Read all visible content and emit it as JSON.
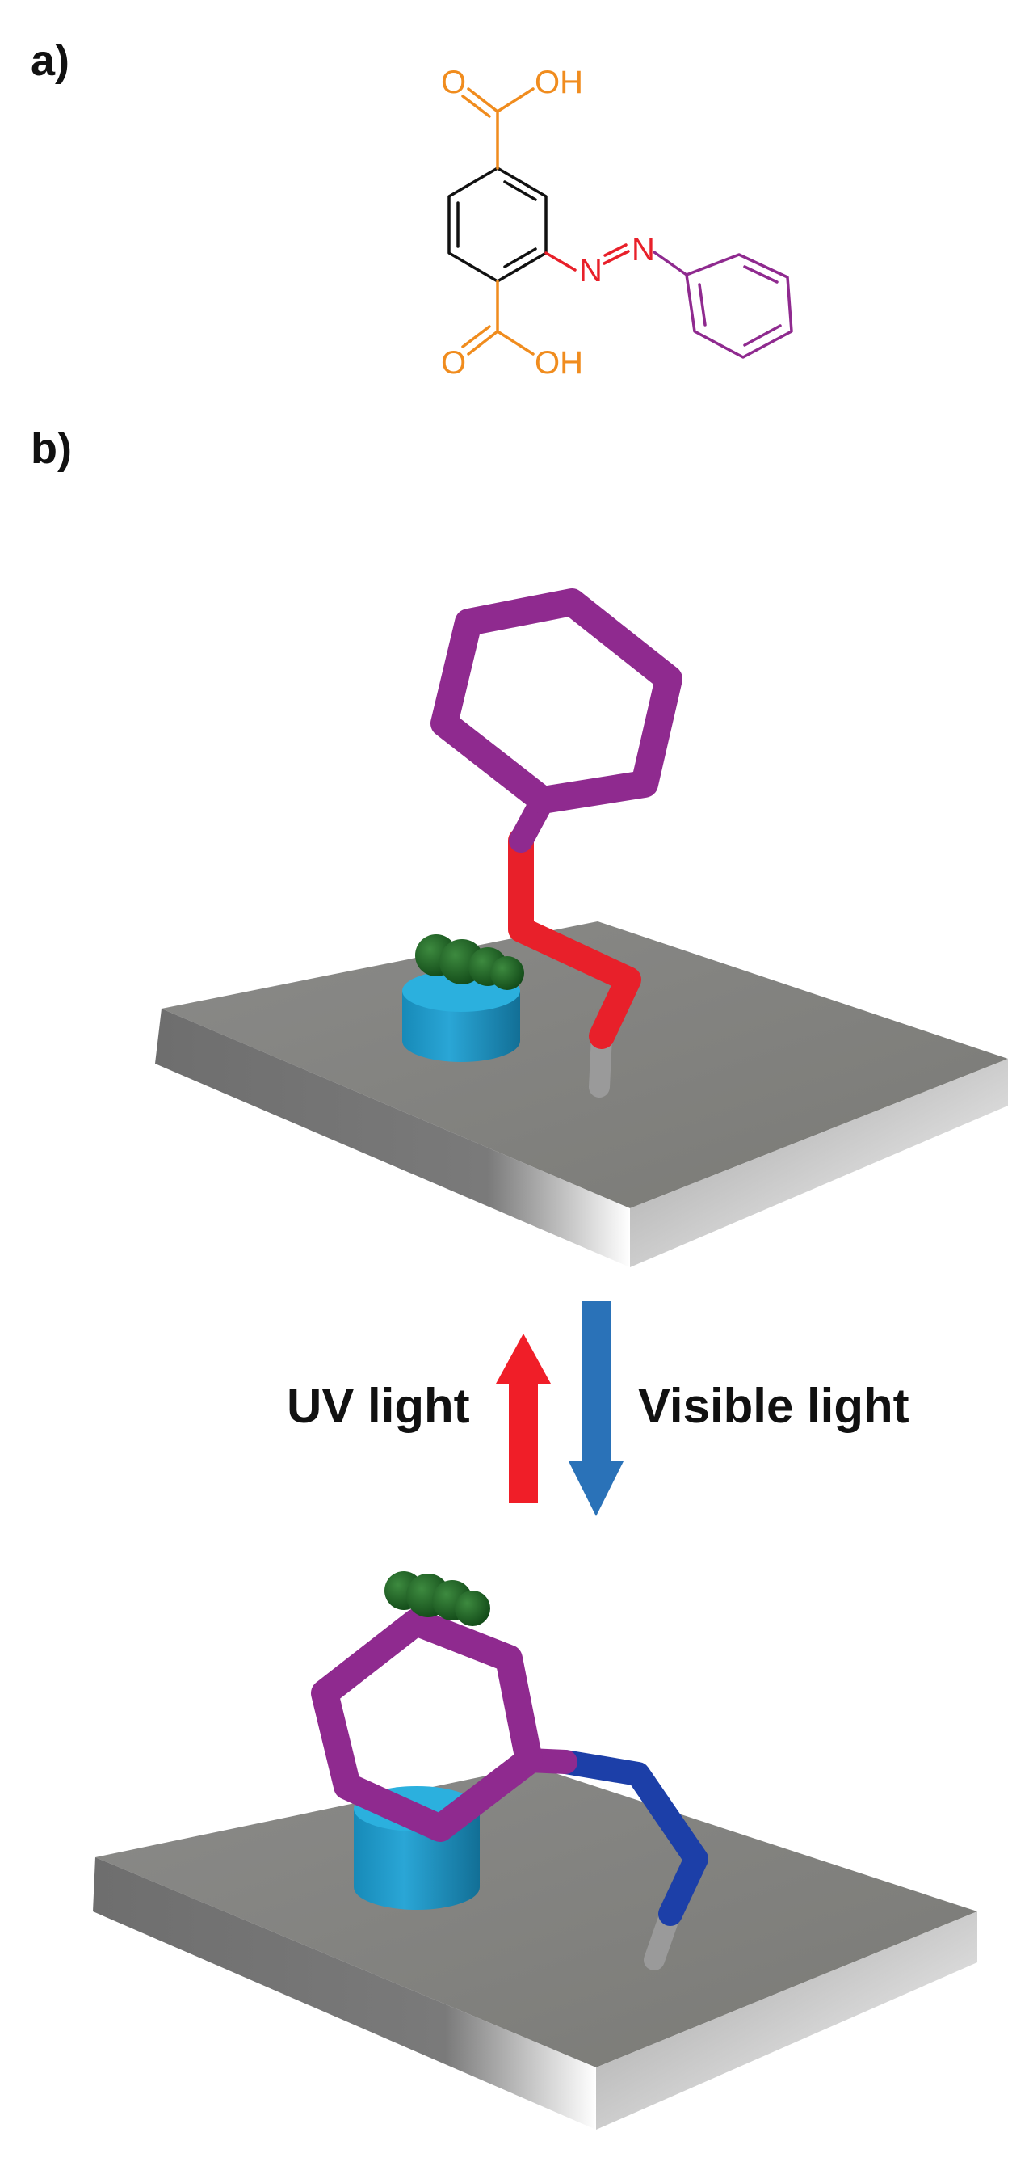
{
  "panel_a": {
    "label": "a)",
    "molecule": {
      "acid_top_O": "O",
      "acid_top_OH": "OH",
      "acid_bottom_O": "O",
      "acid_bottom_OH": "OH",
      "azo_N1": "N",
      "azo_N2": "N"
    }
  },
  "panel_b": {
    "label": "b)",
    "uv_label": "UV light",
    "visible_label": "Visible light"
  },
  "colors": {
    "carboxyl": "#f08c1e",
    "azo_trans": "#e8202a",
    "phenyl": "#8f2a8f",
    "azo_cis": "#1c3fa8",
    "uv_arrow": "#f01e28",
    "visible_arrow": "#2a72b8",
    "plate_top": "#808080",
    "cylinder": "#1e93c4",
    "bead": "#1a5c22"
  }
}
